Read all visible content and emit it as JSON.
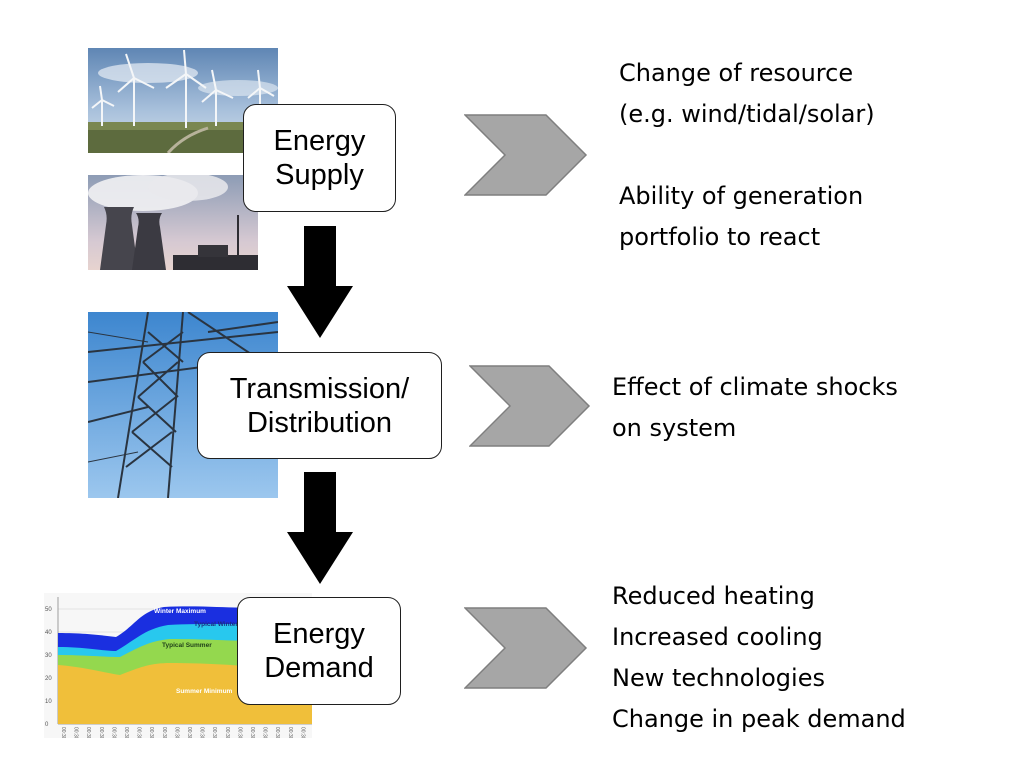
{
  "colors": {
    "box_border": "#1f1f1f",
    "arrow": "#000000",
    "chevron_fill": "#a6a6a6",
    "chevron_stroke": "#7f7f7f"
  },
  "stages": [
    {
      "id": "supply",
      "lines": [
        "Energy",
        "Supply"
      ],
      "images": [
        "wind-turbines-photo",
        "cooling-towers-photo"
      ],
      "effects": [
        [
          "Change of resource",
          "(e.g. wind/tidal/solar)"
        ],
        [
          "Ability of generation",
          "portfolio to react"
        ]
      ]
    },
    {
      "id": "transmission",
      "lines": [
        "Transmission/",
        "Distribution"
      ],
      "images": [
        "pylon-photo"
      ],
      "effects": [
        [
          "Effect of climate shocks",
          "on system"
        ]
      ]
    },
    {
      "id": "demand",
      "lines": [
        "Energy",
        "Demand"
      ],
      "images": [
        "demand-chart-thumbnail"
      ],
      "effects": [
        [
          "Reduced heating",
          "Increased cooling",
          "New technologies",
          "Change in peak demand"
        ]
      ]
    }
  ],
  "demand_chart": {
    "yticks": [
      "50",
      "40",
      "30",
      "20",
      "10",
      "0"
    ],
    "xtick_label": "00:30",
    "xtick_count": 20,
    "series_labels": [
      "Winter Maximum",
      "Typical Winter",
      "Typical Summer",
      "Summer Minimum"
    ]
  }
}
